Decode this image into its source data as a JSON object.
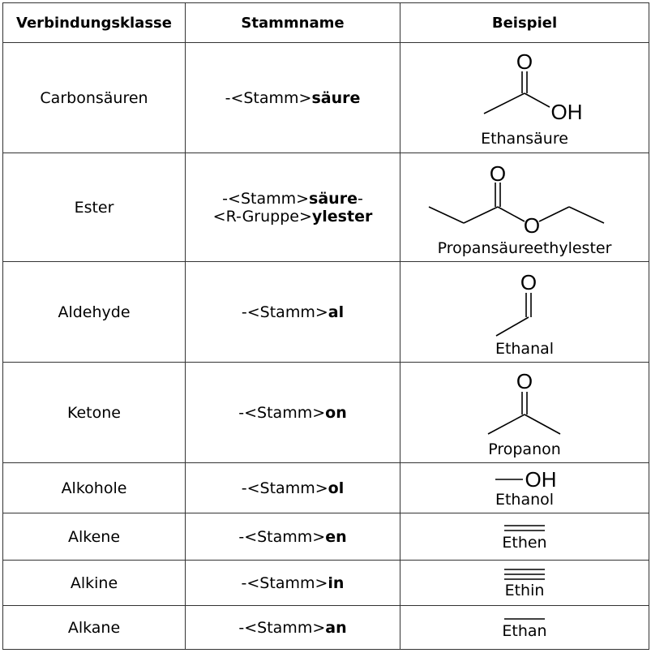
{
  "headers": [
    "Verbindungsklasse",
    "Stammname",
    "Beispiel"
  ],
  "rows": [
    {
      "klasse": "Carbonsäuren",
      "stamm_prefix": "-<Stamm>",
      "stamm_suffix": "säure",
      "beispiel": "Ethansäure",
      "icon": "acetic-acid-structure"
    },
    {
      "klasse": "Ester",
      "stamm_line1_prefix": "-<Stamm>",
      "stamm_line1_bold": "säure",
      "stamm_line1_dash": "-",
      "stamm_line2_prefix": "<R-Gruppe>",
      "stamm_line2_bold": "ylester",
      "beispiel": "Propansäureethylester",
      "icon": "ethyl-propanoate-structure"
    },
    {
      "klasse": "Aldehyde",
      "stamm_prefix": "-<Stamm>",
      "stamm_suffix": "al",
      "beispiel": "Ethanal",
      "icon": "ethanal-structure"
    },
    {
      "klasse": "Ketone",
      "stamm_prefix": "-<Stamm>",
      "stamm_suffix": "on",
      "beispiel": "Propanon",
      "icon": "propanone-structure"
    },
    {
      "klasse": "Alkohole",
      "stamm_prefix": "-<Stamm>",
      "stamm_suffix": "ol",
      "beispiel": "Ethanol",
      "icon": "ethanol-structure"
    },
    {
      "klasse": "Alkene",
      "stamm_prefix": "-<Stamm>",
      "stamm_suffix": "en",
      "beispiel": "Ethen",
      "icon": "double-bond-structure"
    },
    {
      "klasse": "Alkine",
      "stamm_prefix": "-<Stamm>",
      "stamm_suffix": "in",
      "beispiel": "Ethin",
      "icon": "triple-bond-structure"
    },
    {
      "klasse": "Alkane",
      "stamm_prefix": "-<Stamm>",
      "stamm_suffix": "an",
      "beispiel": "Ethan",
      "icon": "single-bond-structure"
    }
  ],
  "atoms": {
    "o": "O",
    "oh": "OH"
  }
}
